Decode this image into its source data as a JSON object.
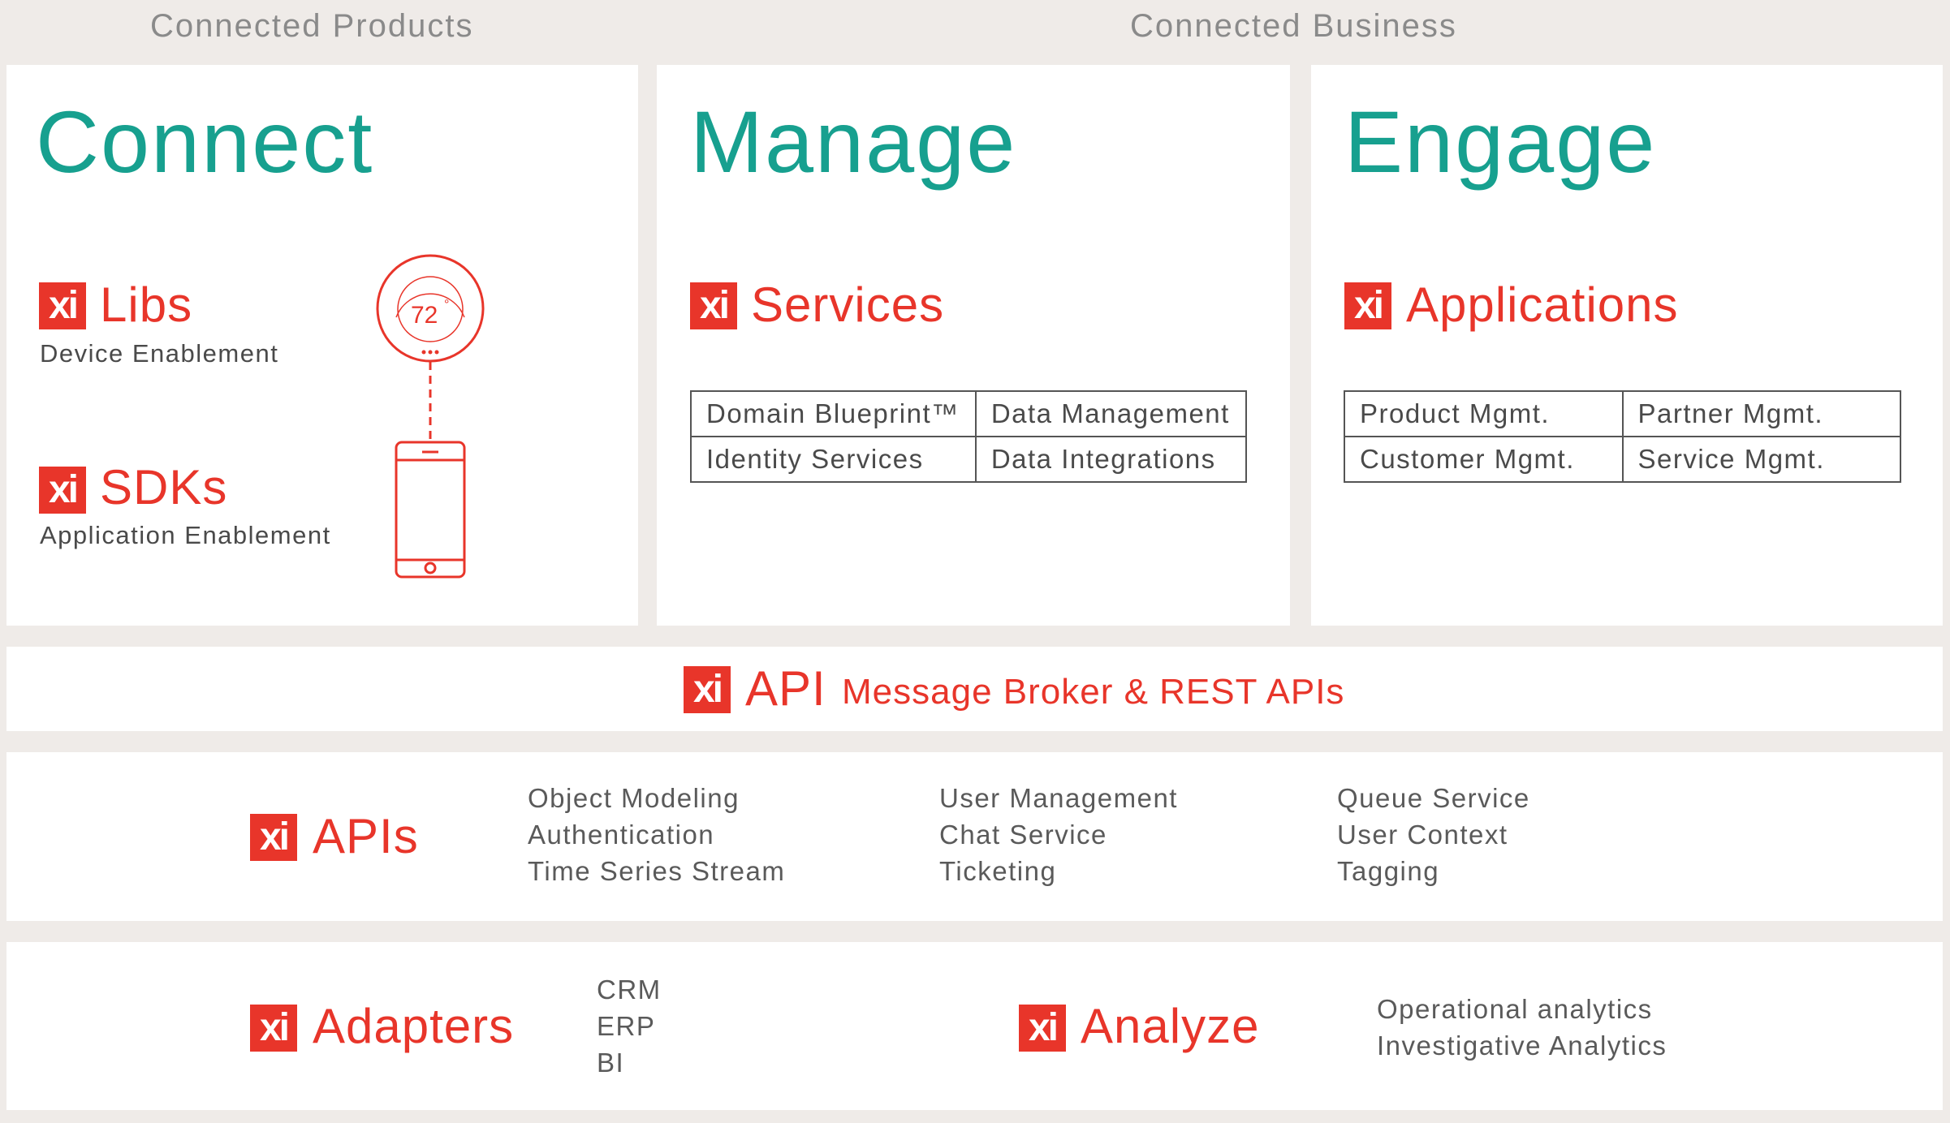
{
  "headers": {
    "products": "Connected Products",
    "business": "Connected Business"
  },
  "connect": {
    "title": "Connect",
    "libs": {
      "label": "Libs",
      "sub": "Device Enablement"
    },
    "sdks": {
      "label": "SDKs",
      "sub": "Application Enablement"
    },
    "thermostat_temp": "72",
    "degree": "°"
  },
  "manage": {
    "title": "Manage",
    "label": "Services",
    "table": [
      [
        "Domain Blueprint™",
        "Data Management"
      ],
      [
        "Identity Services",
        "Data Integrations"
      ]
    ]
  },
  "engage": {
    "title": "Engage",
    "label": "Applications",
    "table": [
      [
        "Product Mgmt.",
        "Partner Mgmt."
      ],
      [
        "Customer Mgmt.",
        "Service Mgmt."
      ]
    ]
  },
  "api": {
    "label": "API",
    "desc": "Message Broker & REST APIs"
  },
  "apis": {
    "label": "APIs",
    "columns": [
      [
        "Object Modeling",
        "Authentication",
        "Time Series Stream"
      ],
      [
        "User Management",
        "Chat Service",
        "Ticketing"
      ],
      [
        "Queue Service",
        "User Context",
        "Tagging"
      ]
    ]
  },
  "adapters": {
    "label": "Adapters",
    "items": [
      "CRM",
      "ERP",
      "BI"
    ]
  },
  "analyze": {
    "label": "Analyze",
    "items": [
      "Operational analytics",
      "Investigative Analytics"
    ]
  },
  "logo": "xi",
  "colors": {
    "accent": "#e8352a",
    "teal": "#17a08f",
    "background": "#efebe8"
  }
}
